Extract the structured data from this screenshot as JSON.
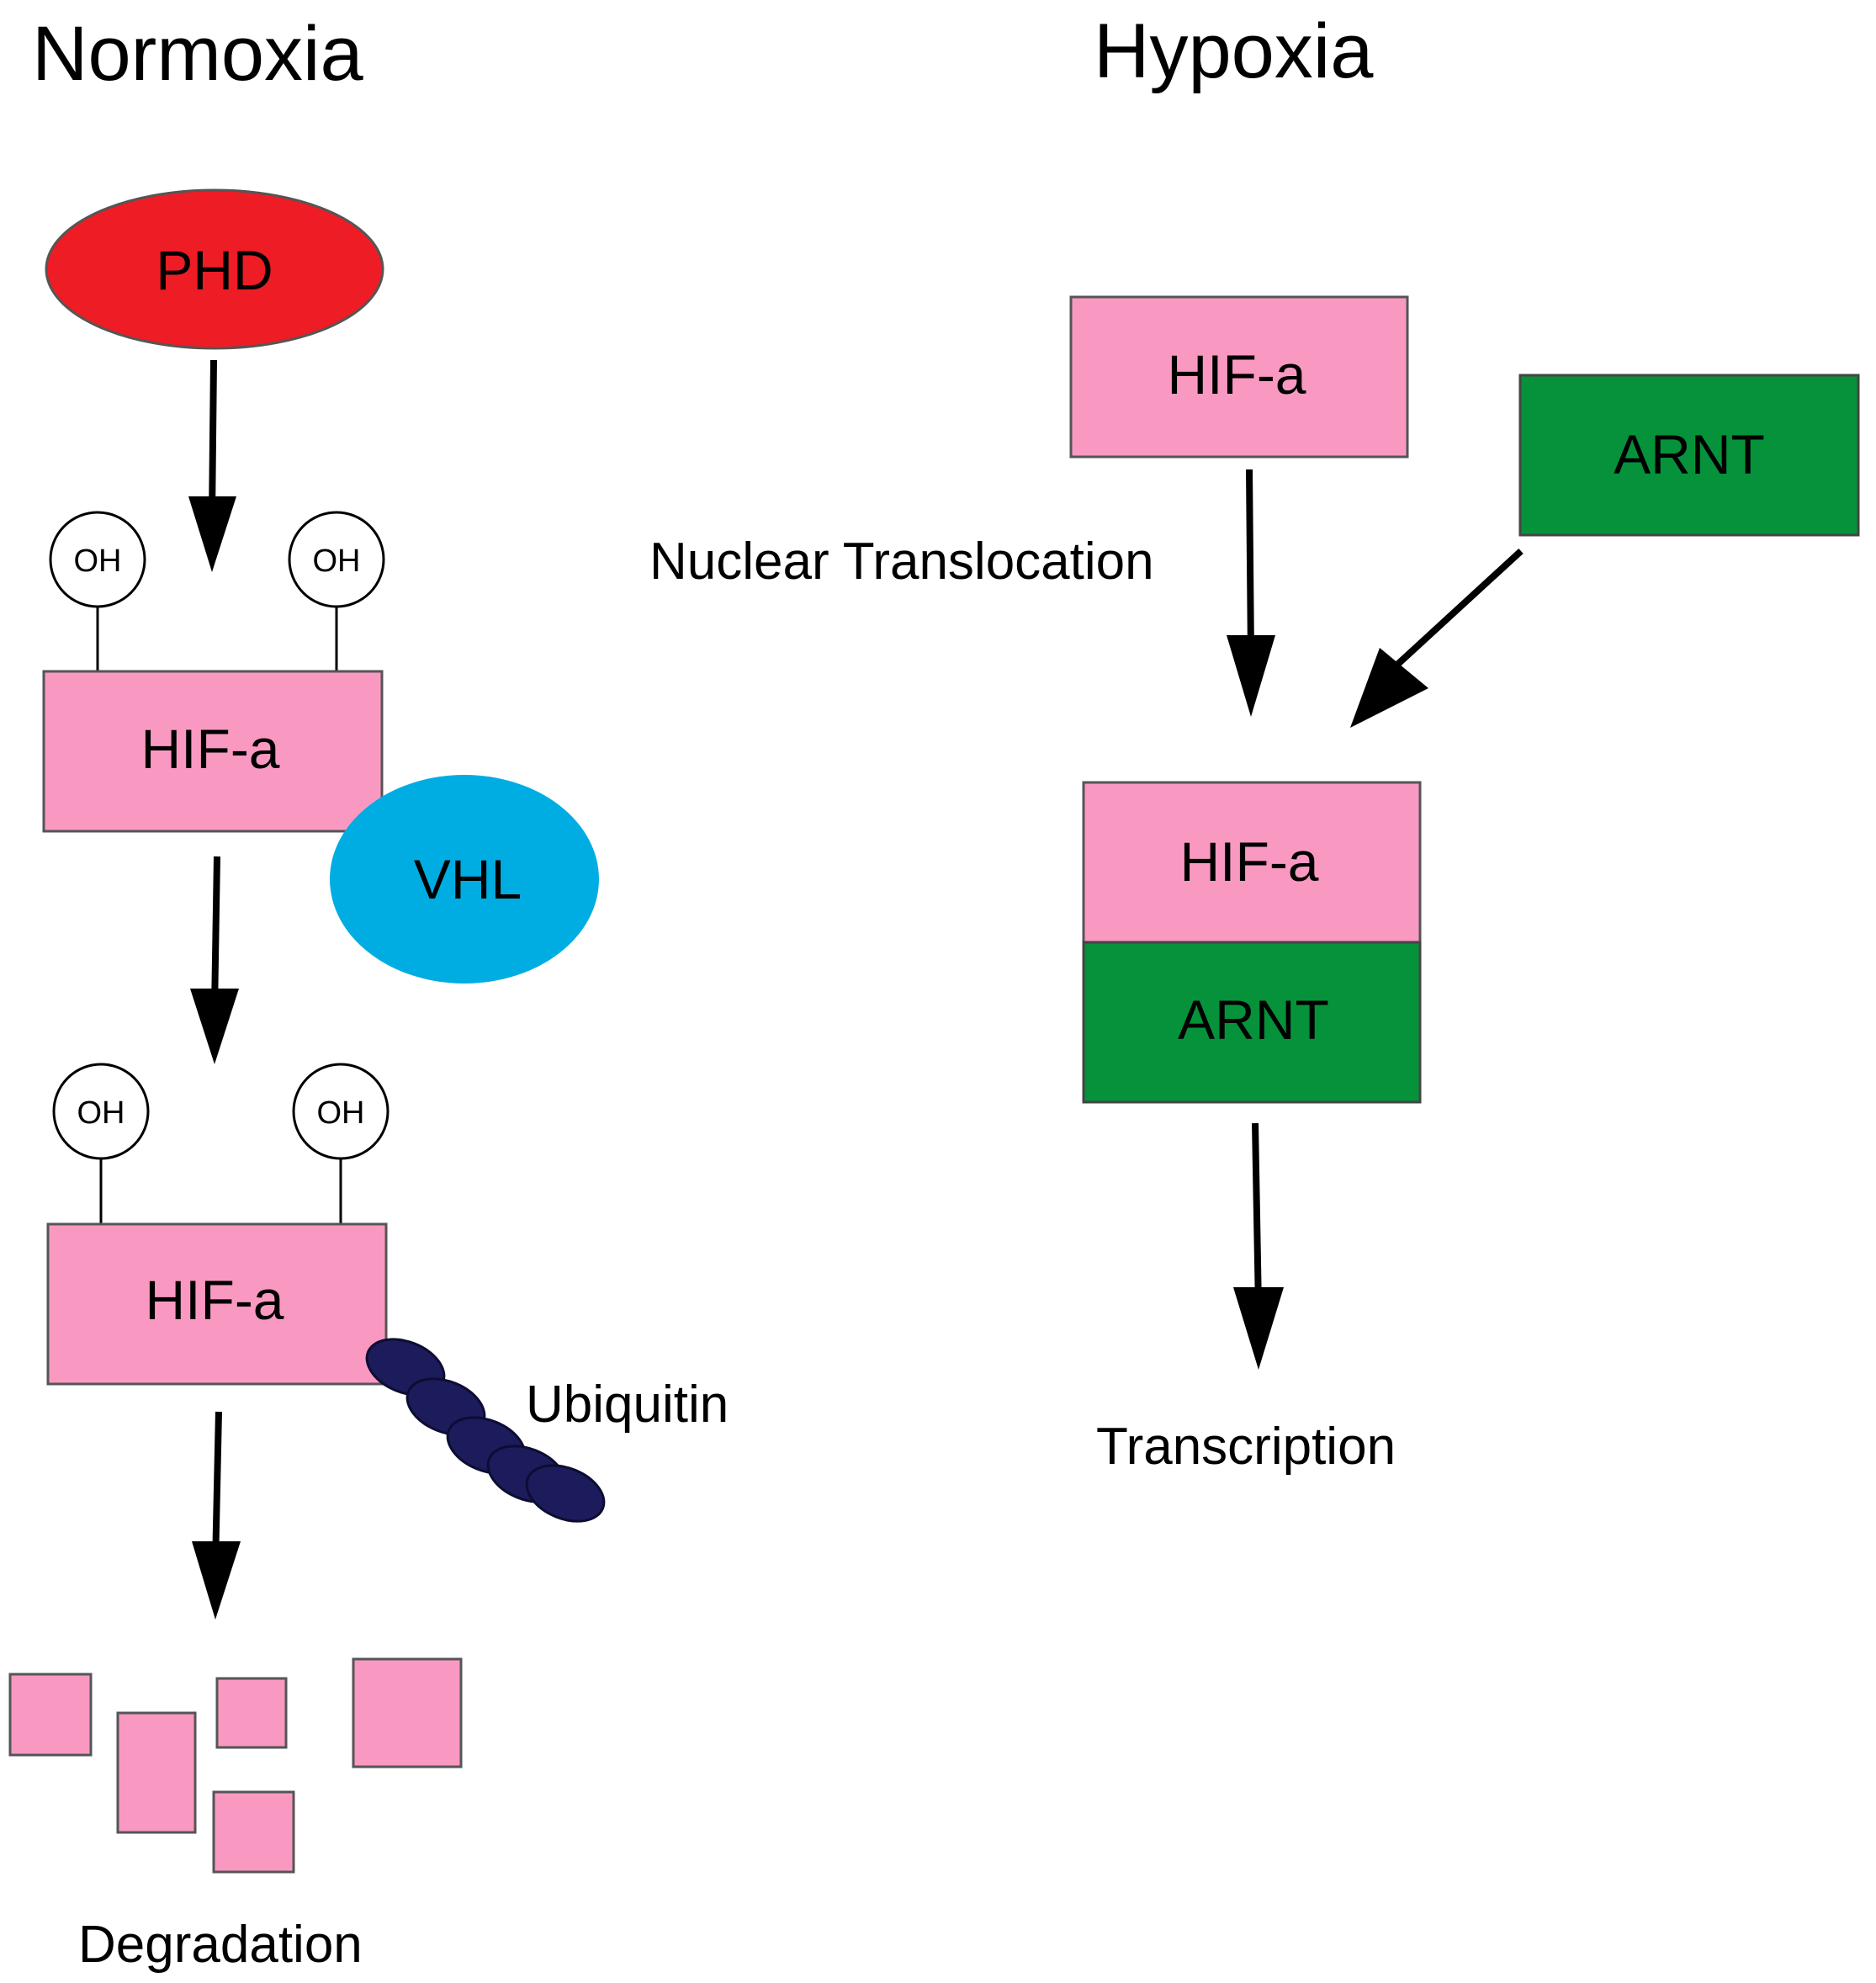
{
  "normoxia": {
    "title": "Normoxia",
    "phd": "PHD",
    "hydroxyl": "OH",
    "hif_top": "HIF-a",
    "vhl": "VHL",
    "hif_bottom": "HIF-a",
    "ubiquitin": "Ubiquitin",
    "degradation": "Degradation"
  },
  "hypoxia": {
    "title": "Hypoxia",
    "hif": "HIF-a",
    "arnt": "ARNT",
    "nuclear_translocation": "Nuclear Translocation",
    "complex_hif": "HIF-a",
    "complex_arnt": "ARNT",
    "transcription": "Transcription"
  },
  "colors": {
    "phd": "#ee1c24",
    "hif": "#f999c2",
    "vhl": "#00ade3",
    "arnt": "#06923a",
    "ubiquitin": "#1c1b5c"
  }
}
